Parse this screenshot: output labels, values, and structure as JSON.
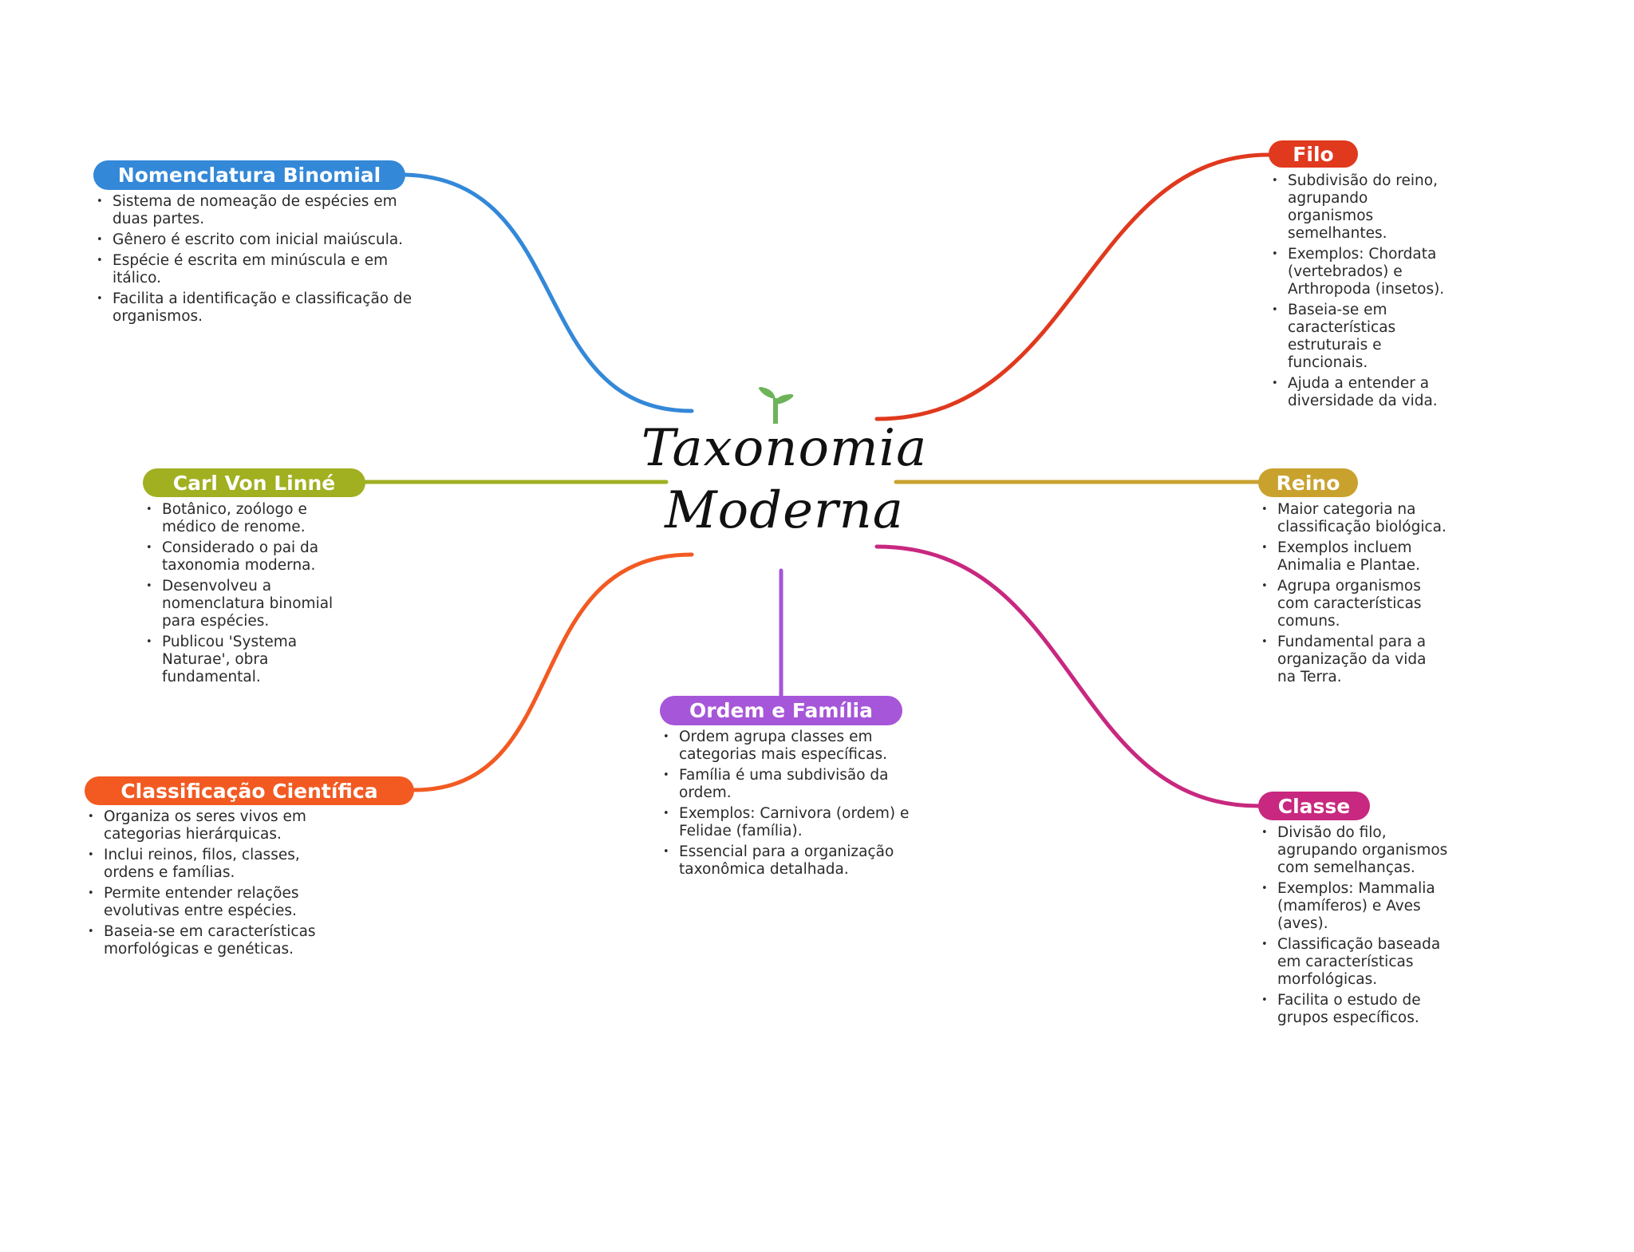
{
  "title": {
    "line1": "Taxonomia",
    "line2": "Moderna",
    "icon": "sprout-icon"
  },
  "colors": {
    "nomenclatura": "#3388d8",
    "filo": "#e0391e",
    "carl": "#a0b020",
    "reino": "#c9a22e",
    "ordem": "#a656d8",
    "classificacao": "#f25a22",
    "classe": "#c8287f",
    "sprout": "#6db35a"
  },
  "branches": {
    "nomenclatura": {
      "label": "Nomenclatura Binomial",
      "notes": [
        "Sistema de nomeação de espécies em duas partes.",
        "Gênero é escrito com inicial maiúscula.",
        "Espécie é escrita em minúscula e em itálico.",
        "Facilita a identificação e classificação de organismos."
      ]
    },
    "filo": {
      "label": "Filo",
      "notes": [
        "Subdivisão do reino, agrupando organismos semelhantes.",
        "Exemplos: Chordata (vertebrados) e Arthropoda (insetos).",
        "Baseia-se em características estruturais e funcionais.",
        "Ajuda a entender a diversidade da vida."
      ]
    },
    "carl": {
      "label": "Carl Von Linné",
      "notes": [
        "Botânico, zoólogo e médico de renome.",
        "Considerado o pai da taxonomia moderna.",
        "Desenvolveu a nomenclatura binomial para espécies.",
        "Publicou 'Systema Naturae', obra fundamental."
      ]
    },
    "reino": {
      "label": "Reino",
      "notes": [
        "Maior categoria na classificação biológica.",
        "Exemplos incluem Animalia e Plantae.",
        "Agrupa organismos com características comuns.",
        "Fundamental para a organização da vida na Terra."
      ]
    },
    "ordem": {
      "label": "Ordem e Família",
      "notes": [
        "Ordem agrupa classes em categorias mais específicas.",
        "Família é uma subdivisão da ordem.",
        "Exemplos: Carnivora (ordem) e Felidae (família).",
        "Essencial para a organização taxonômica detalhada."
      ]
    },
    "classificacao": {
      "label": "Classificação Científica",
      "notes": [
        "Organiza os seres vivos em categorias hierárquicas.",
        "Inclui reinos, filos, classes, ordens e famílias.",
        "Permite entender relações evolutivas entre espécies.",
        "Baseia-se em características morfológicas e genéticas."
      ]
    },
    "classe": {
      "label": "Classe",
      "notes": [
        "Divisão do filo, agrupando organismos com semelhanças.",
        "Exemplos: Mammalia (mamíferos) e Aves (aves).",
        "Classificação baseada em características morfológicas.",
        "Facilita o estudo de grupos específicos."
      ]
    }
  }
}
